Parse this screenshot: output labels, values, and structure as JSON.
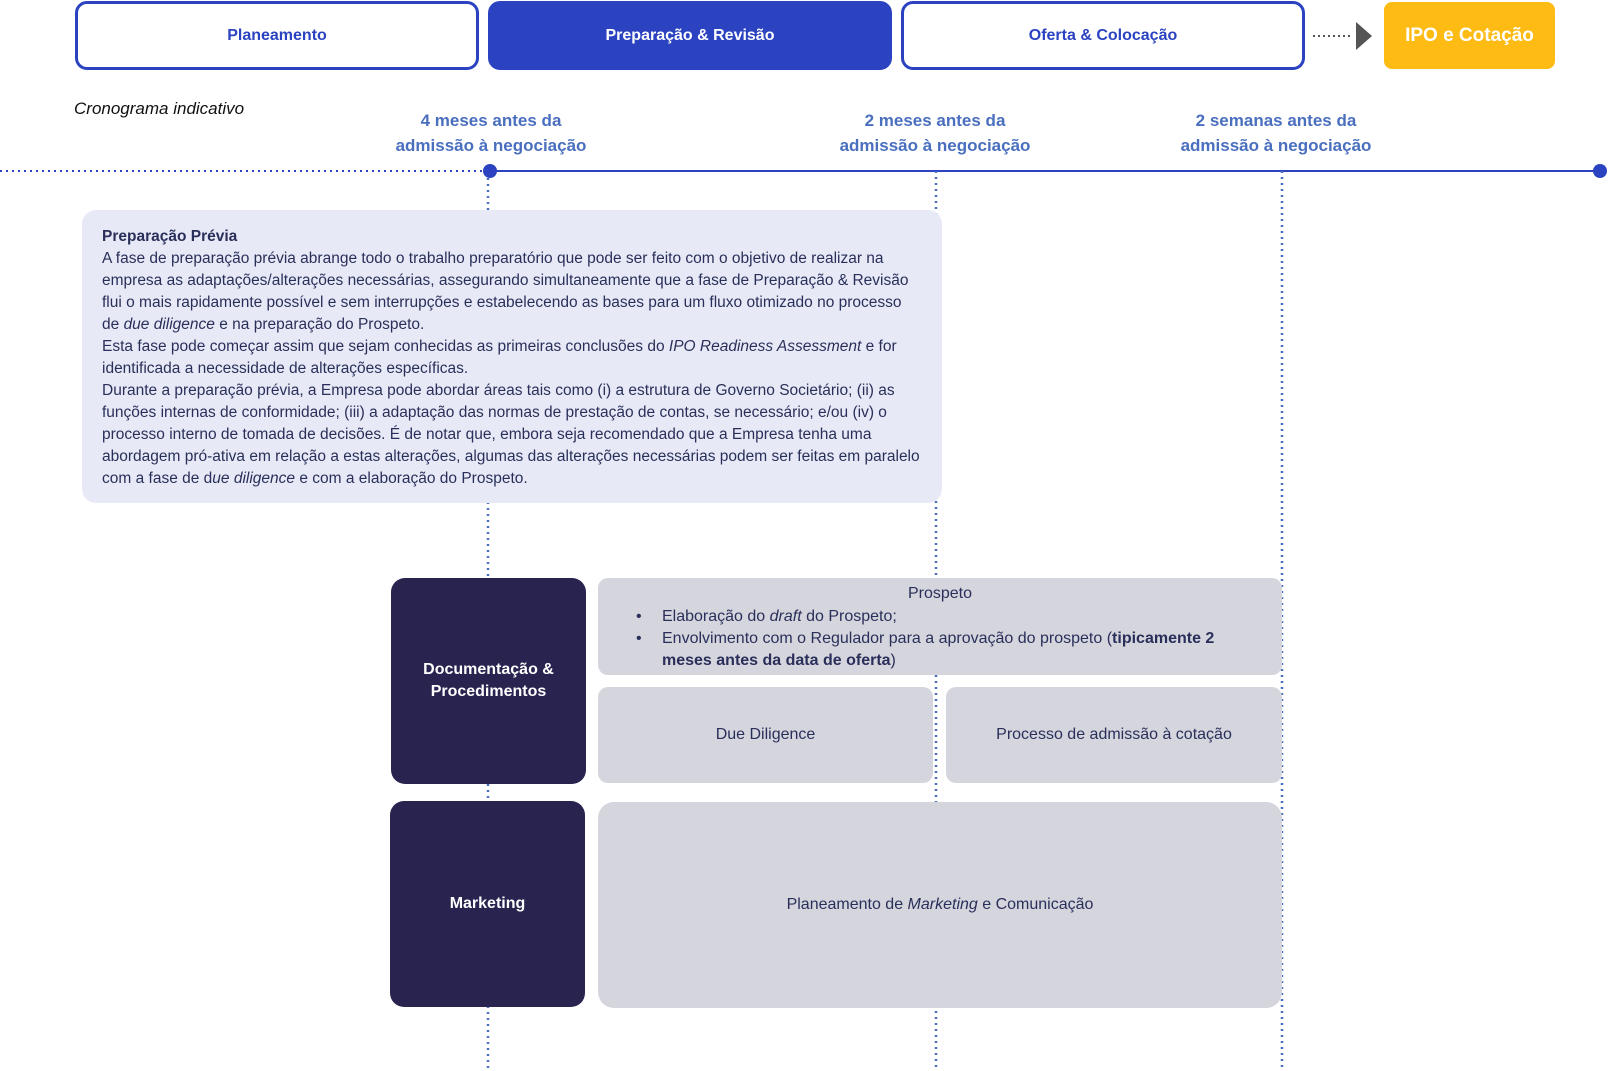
{
  "phases": {
    "planeamento": "Planeamento",
    "preparacao": "Preparação & Revisão",
    "oferta": "Oferta & Colocação",
    "ipo": "IPO e Cotação"
  },
  "timeline": {
    "caption": "Cronograma indicativo",
    "milestones": [
      {
        "line1": "4 meses antes da",
        "line2": "admissão à negociação"
      },
      {
        "line1": "2 meses antes da",
        "line2": "admissão à negociação"
      },
      {
        "line1": "2 semanas antes da",
        "line2": "admissão à negociação"
      }
    ]
  },
  "prep_card": {
    "title": "Preparação Prévia",
    "p1_a": "A fase de preparação prévia abrange todo o trabalho preparatório que pode ser feito com o objetivo de realizar na empresa as adaptações/alterações necessárias, assegurando simultaneamente que a fase de Preparação & Revisão flui o mais rapidamente possível e sem interrupções e estabelecendo as bases para um fluxo otimizado no processo de ",
    "p1_em": "due diligence",
    "p1_b": " e na preparação do Prospeto.",
    "p2_a": "Esta fase pode começar assim que sejam conhecidas as primeiras conclusões do ",
    "p2_em": "IPO Readiness Assessment",
    "p2_b": " e for identificada a necessidade de alterações específicas.",
    "p3_a": "Durante a preparação prévia, a Empresa pode abordar áreas tais como (i) a estrutura de Governo Societário; (ii) as funções internas de conformidade; (iii) a adaptação das normas de prestação de contas, se necessário; e/ou (iv) o processo interno de tomada de decisões. É de notar que, embora seja recomendado que a Empresa tenha uma abordagem pró-ativa em relação a estas alterações, algumas das alterações necessárias podem ser feitas em paralelo com a fase de d",
    "p3_em": "ue diligence",
    "p3_b": " e com a elaboração do Prospeto."
  },
  "doc": {
    "label_line1": "Documentação &",
    "label_line2": "Procedimentos",
    "prospeto_title": "Prospeto",
    "bullet1_a": "Elaboração do ",
    "bullet1_em": "draft",
    "bullet1_b": " do Prospeto;",
    "bullet2_a": "Envolvimento com o Regulador para a aprovação do prospeto (",
    "bullet2_strong": "tipicamente 2 meses antes da data de oferta",
    "bullet2_b": ")",
    "due_diligence": "Due Diligence",
    "admissao": "Processo de admissão à cotação"
  },
  "marketing": {
    "label": "Marketing",
    "plan_a": "Planeamento de ",
    "plan_em": "Marketing",
    "plan_b": " e Comunicação"
  },
  "colors": {
    "blue": "#2b43c0",
    "timeline_blue": "#2b43c0",
    "milestone_text": "#4a6fbf",
    "yellow": "#fdbb14",
    "dark": "#28234f",
    "card_bg": "#e7eaf6",
    "grey": "#d5d5de"
  }
}
